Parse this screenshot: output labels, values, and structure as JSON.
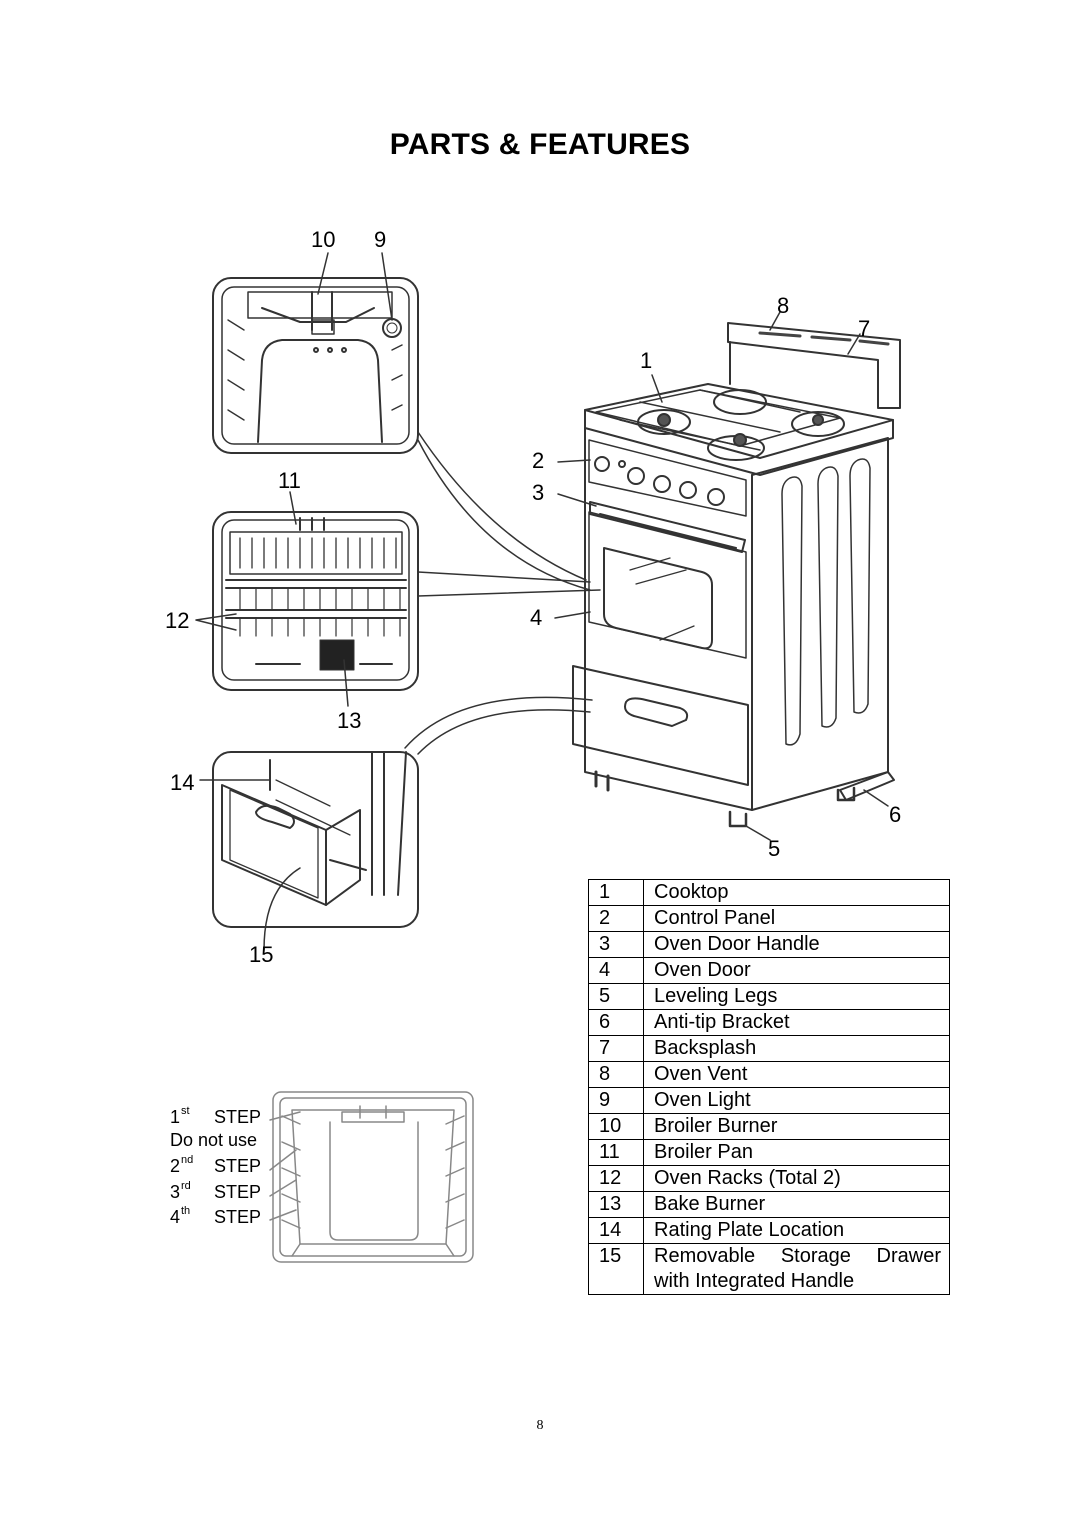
{
  "page": {
    "title": "PARTS & FEATURES",
    "page_number": "8"
  },
  "callouts": {
    "c1": "1",
    "c2": "2",
    "c3": "3",
    "c4": "4",
    "c5": "5",
    "c6": "6",
    "c7": "7",
    "c8": "8",
    "c9": "9",
    "c10": "10",
    "c11": "11",
    "c12": "12",
    "c13": "13",
    "c14": "14",
    "c15": "15"
  },
  "rack_steps": [
    {
      "ordinal": "1",
      "suffix": "st",
      "label": "STEP"
    },
    {
      "note": "Do not use"
    },
    {
      "ordinal": "2",
      "suffix": "nd",
      "label": "STEP"
    },
    {
      "ordinal": "3",
      "suffix": "rd",
      "label": "STEP"
    },
    {
      "ordinal": "4",
      "suffix": "th",
      "label": "STEP"
    }
  ],
  "parts": [
    {
      "num": "1",
      "name": "Cooktop"
    },
    {
      "num": "2",
      "name": "Control Panel"
    },
    {
      "num": "3",
      "name": "Oven Door Handle"
    },
    {
      "num": "4",
      "name": "Oven Door"
    },
    {
      "num": "5",
      "name": "Leveling Legs"
    },
    {
      "num": "6",
      "name": "Anti-tip Bracket"
    },
    {
      "num": "7",
      "name": "Backsplash"
    },
    {
      "num": "8",
      "name": "Oven Vent"
    },
    {
      "num": "9",
      "name": "Oven Light"
    },
    {
      "num": "10",
      "name": "Broiler Burner"
    },
    {
      "num": "11",
      "name": "Broiler Pan"
    },
    {
      "num": "12",
      "name": "Oven Racks (Total 2)"
    },
    {
      "num": "13",
      "name": "Bake Burner"
    },
    {
      "num": "14",
      "name": "Rating Plate Location"
    },
    {
      "num": "15",
      "name": "Removable Storage Drawer with Integrated Handle"
    }
  ]
}
